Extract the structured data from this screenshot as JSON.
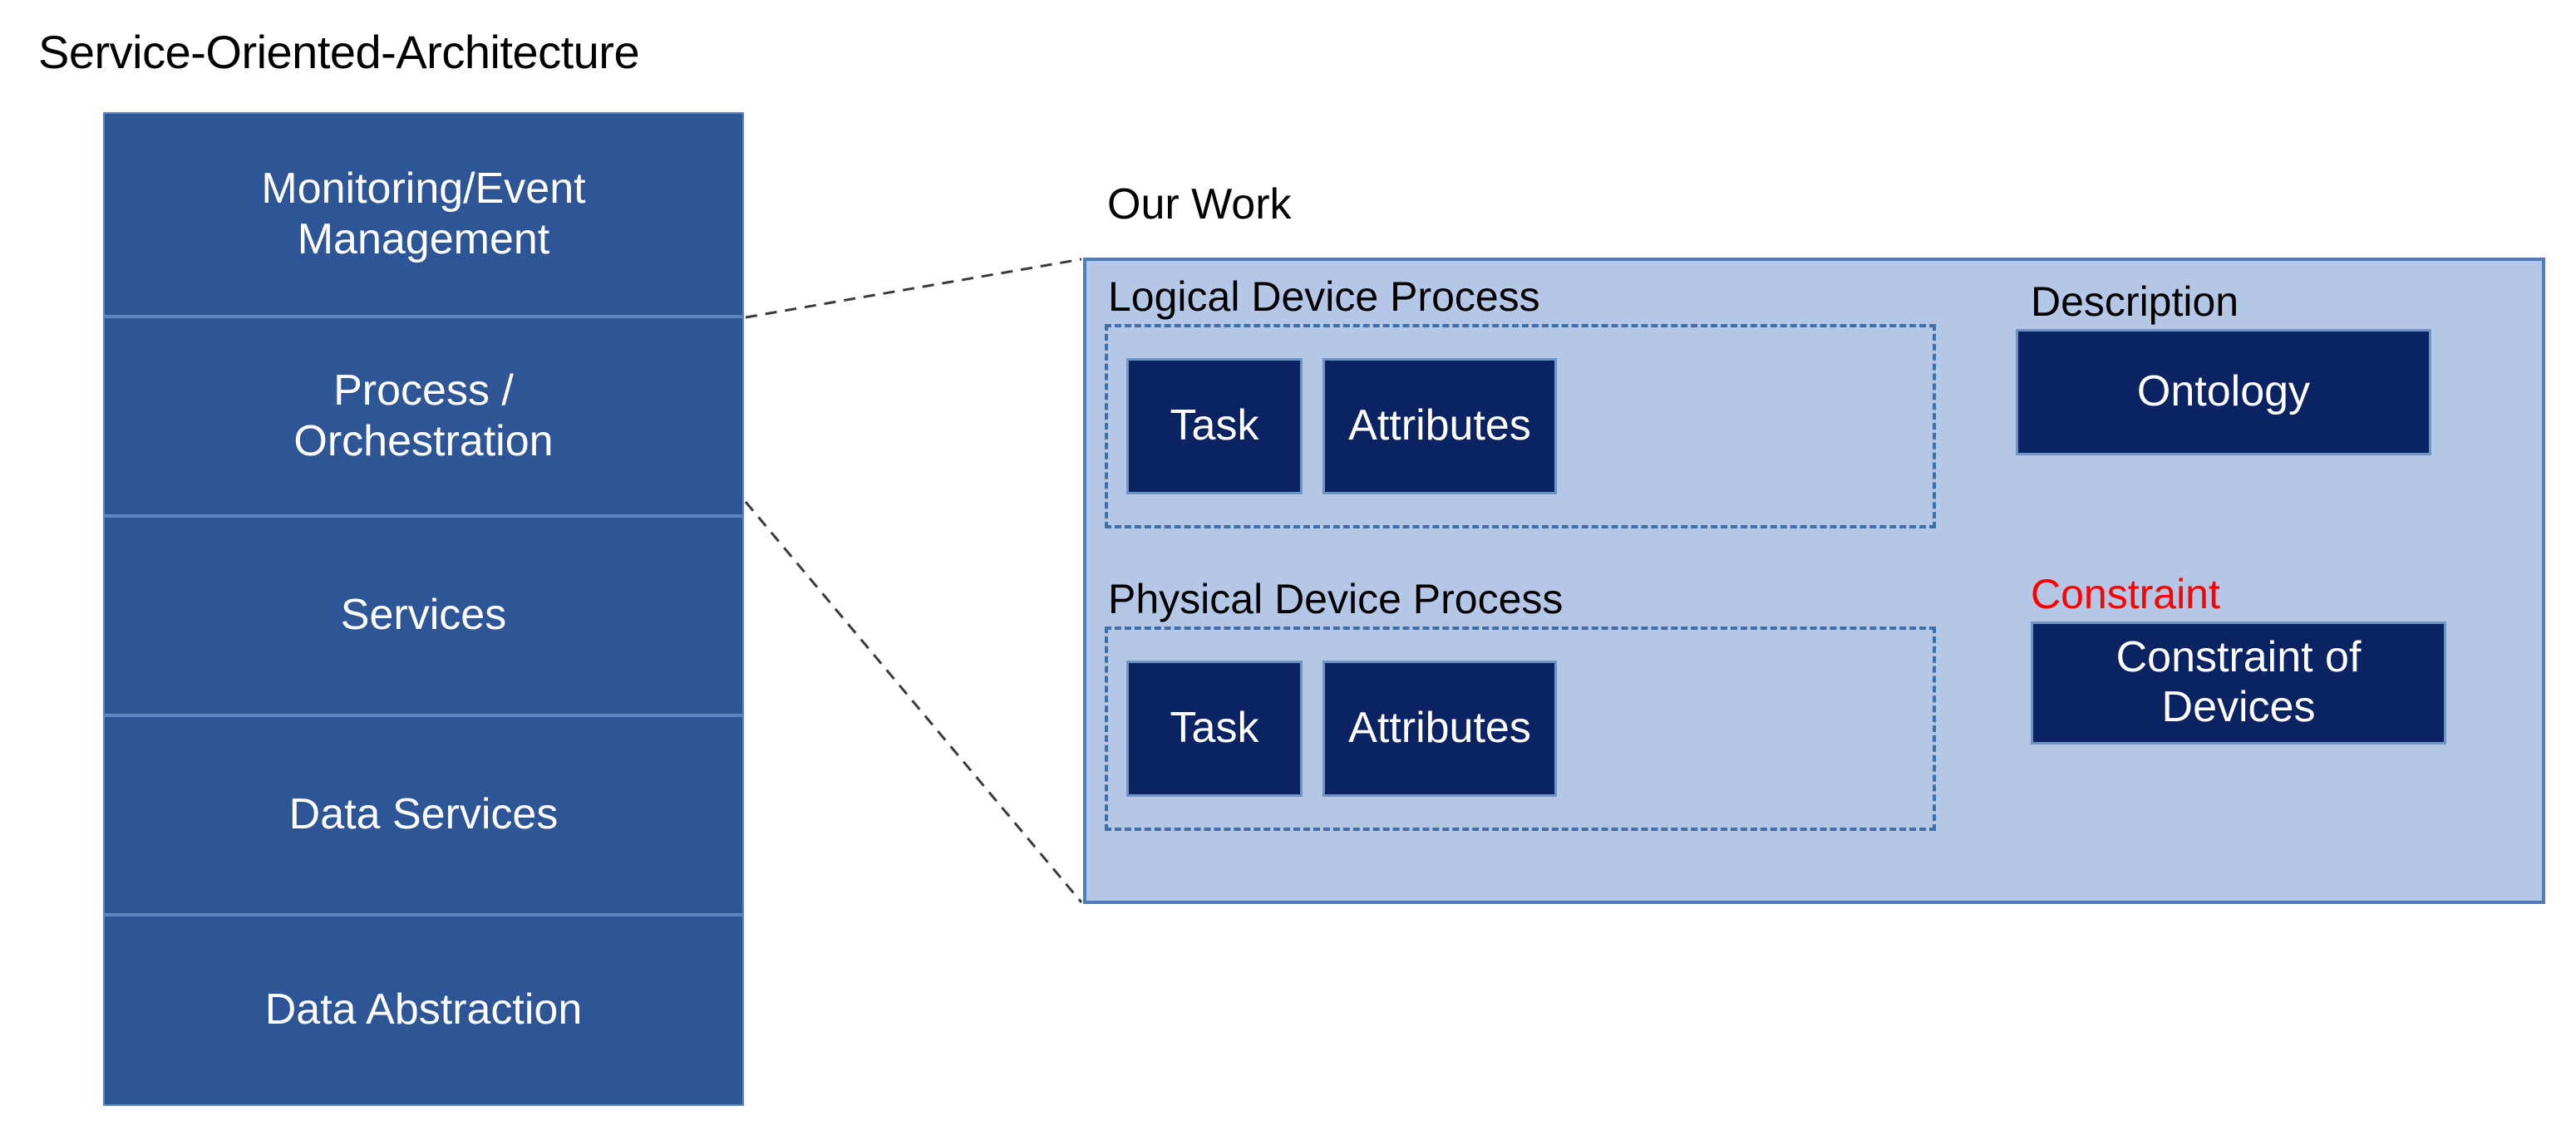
{
  "soa": {
    "title": "Service-Oriented-Architecture",
    "layers": [
      {
        "label": "Monitoring/Event Management",
        "line1": "Monitoring/Event",
        "line2": "Management"
      },
      {
        "label": "Process / Orchestration",
        "line1": "Process /",
        "line2": "Orchestration"
      },
      {
        "label": "Services",
        "line1": "Services",
        "line2": ""
      },
      {
        "label": "Data Services",
        "line1": "Data Services",
        "line2": ""
      },
      {
        "label": "Data Abstraction",
        "line1": "Data Abstraction",
        "line2": ""
      }
    ]
  },
  "our_work": {
    "title": "Our Work",
    "logical": {
      "title": "Logical Device Process",
      "task": "Task",
      "attributes": "Attributes"
    },
    "physical": {
      "title": "Physical Device Process",
      "task": "Task",
      "attributes": "Attributes"
    },
    "description": {
      "title": "Description",
      "item": "Ontology"
    },
    "constraint": {
      "title": "Constraint",
      "item_line1": "Constraint of",
      "item_line2": "Devices"
    }
  },
  "colors": {
    "soa_layer_fill": "#2e5596",
    "soa_layer_border": "#5b86bd",
    "panel_fill": "#b4c7e7",
    "panel_border": "#4d7ebb",
    "chip_fill": "#0b2362",
    "chip_border": "#6f93c4",
    "dashed_border": "#3f6fa8",
    "constraint_text": "#ff0000",
    "title_text": "#000000",
    "chip_text": "#ffffff",
    "connector_line": "#3a3a3a",
    "background": "#ffffff"
  }
}
